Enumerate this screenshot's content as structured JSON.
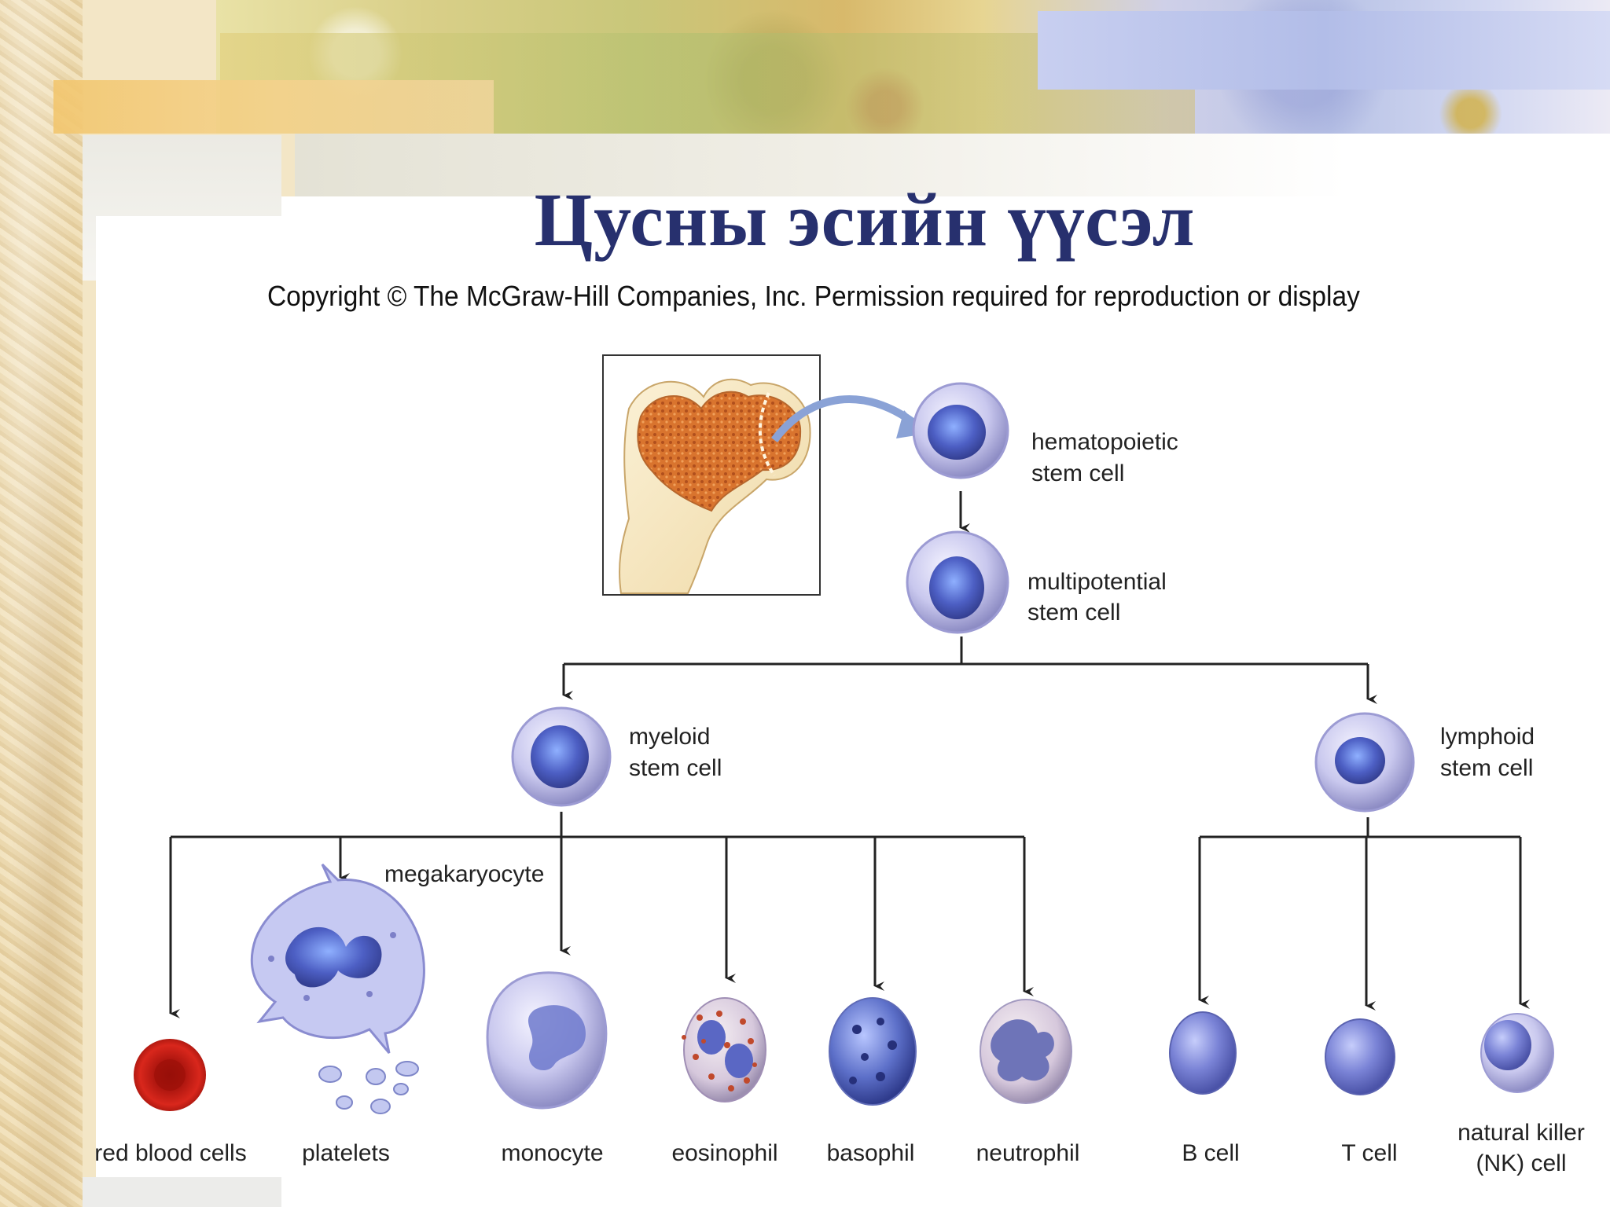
{
  "title": "Цусны эсийн үүсэл",
  "copyright": "Copyright © The McGraw-Hill Companies, Inc. Permission required for reproduction or display",
  "labels": {
    "hsc_1": "hematopoietic",
    "hsc_2": "stem cell",
    "msc_1": "multipotential",
    "msc_2": "stem cell",
    "myeloid_1": "myeloid",
    "myeloid_2": "stem cell",
    "lymphoid_1": "lymphoid",
    "lymphoid_2": "stem cell",
    "megakaryocyte": "megakaryocyte",
    "red_blood_cells": "red blood cells",
    "platelets": "platelets",
    "monocyte": "monocyte",
    "eosinophil": "eosinophil",
    "basophil": "basophil",
    "neutrophil": "neutrophil",
    "b_cell": "B cell",
    "t_cell": "T cell",
    "nk_1": "natural killer",
    "nk_2": "(NK) cell"
  },
  "colors": {
    "title": "#27306e",
    "cell_membrane": "#c9c8ee",
    "cell_nucleus": "#4d5fc4",
    "red_cell": "#c41a10",
    "bone_marrow": "#cf6a2c"
  }
}
